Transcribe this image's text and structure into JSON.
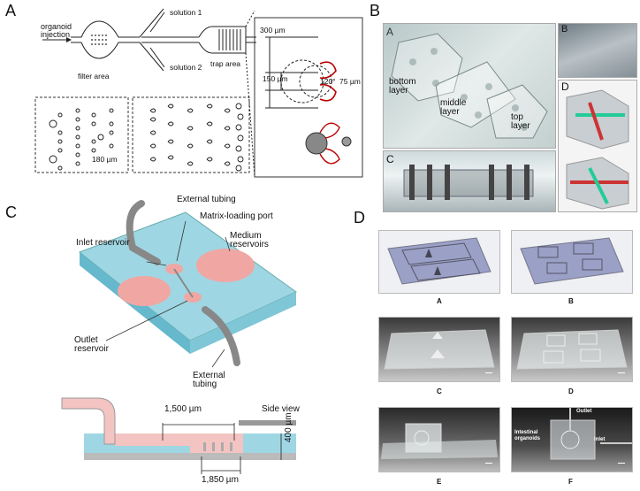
{
  "panels": {
    "A": "A",
    "B": "B",
    "C": "C",
    "D": "D"
  },
  "panelA": {
    "organoid_injection": "organoid\ninjection",
    "solution1": "solution 1",
    "solution2": "solution 2",
    "filter_area": "filter area",
    "trap_area": "trap area",
    "dim_300": "300 µm",
    "dim_150": "150 µm",
    "dim_75": "75 µm",
    "angle_120": "120°",
    "dim_180": "180 µm"
  },
  "panelB": {
    "subA": "A",
    "subB": "B",
    "subC": "C",
    "subD": "D",
    "bottom_layer": "bottom\nlayer",
    "middle_layer": "middle\nlayer",
    "top_layer": "top\nlayer"
  },
  "panelC": {
    "external_tubing_top": "External tubing",
    "matrix_port": "Matrix-loading port",
    "inlet_reservoir": "Inlet reservoir",
    "medium_reservoirs": "Medium\nreservoirs",
    "outlet_reservoir": "Outlet\nreservoir",
    "external_tubing_bottom": "External\ntubing",
    "dim_1500": "1,500 µm",
    "side_view": "Side view",
    "dim_400": "400 µm",
    "dim_1850": "1,850 µm"
  },
  "panelD": {
    "captions": [
      "A",
      "B",
      "C",
      "D",
      "E",
      "F"
    ],
    "outlet": "Outlet",
    "intestinal_organoids": "Intestinal\norganoids",
    "inlet": "Inlet"
  }
}
